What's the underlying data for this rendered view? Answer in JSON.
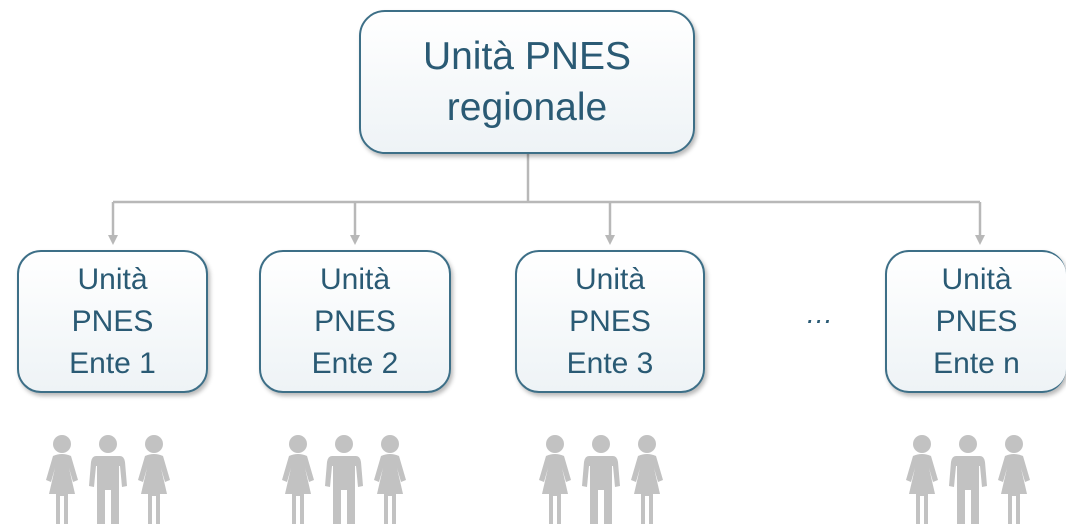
{
  "diagram": {
    "root": {
      "lines": [
        "Unità PNES",
        "regionale"
      ]
    },
    "units": [
      {
        "lines": [
          "Unità",
          "PNES",
          "Ente 1"
        ]
      },
      {
        "lines": [
          "Unità",
          "PNES",
          "Ente 2"
        ]
      },
      {
        "lines": [
          "Unità",
          "PNES",
          "Ente 3"
        ]
      },
      {
        "lines": [
          "Unità",
          "PNES",
          "Ente n"
        ]
      }
    ],
    "ellipsis": "…",
    "colors": {
      "box_border": "#3d6f87",
      "text": "#2a5a74",
      "connector": "#b8b8b8",
      "people": "#c2c2c2"
    },
    "icons": {
      "people": [
        "person-female-icon",
        "person-male-icon",
        "person-female-icon"
      ]
    }
  }
}
